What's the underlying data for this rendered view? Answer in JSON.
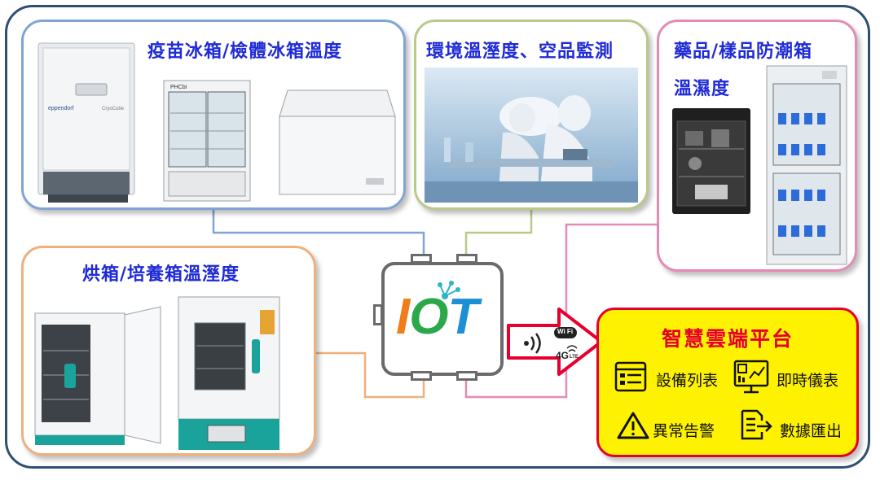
{
  "panels": {
    "vaccine": {
      "title": "疫苗冰箱/檢體冰箱溫度",
      "brand_label": "eppendorf",
      "model_label": "CryoCube",
      "phcbi_label": "PHCbi"
    },
    "environment": {
      "title": "環境溫溼度、空品監測"
    },
    "pharma": {
      "title_line1": "藥品/樣品防潮箱",
      "title_line2": "溫濕度"
    },
    "oven": {
      "title": "烘箱/培養箱溫溼度"
    }
  },
  "device": {
    "letters": [
      "I",
      "O",
      "T"
    ]
  },
  "signal": {
    "wifi_label": "Wi Fi",
    "cellular_label": "4G",
    "lte_label": "LTE"
  },
  "platform": {
    "title": "智慧雲端平台",
    "features": [
      {
        "label": "設備列表",
        "icon": "device-list-icon"
      },
      {
        "label": "即時儀表",
        "icon": "dashboard-icon"
      },
      {
        "label": "異常告警",
        "icon": "warning-icon"
      },
      {
        "label": "數據匯出",
        "icon": "export-icon"
      }
    ]
  },
  "colors": {
    "frame": "#2f4f72",
    "vaccine_border": "#7fa4d6",
    "environment_border": "#b8c98a",
    "pharma_border": "#e58ab4",
    "oven_border": "#f0b07c",
    "title_text": "#1f2bd6",
    "platform_fill": "#fff200",
    "platform_accent": "#e6002d",
    "iot_i": "#f07d1a",
    "iot_o": "#2aa84a",
    "iot_t": "#1c8fd6",
    "iot_node": "#2bb5c8"
  }
}
